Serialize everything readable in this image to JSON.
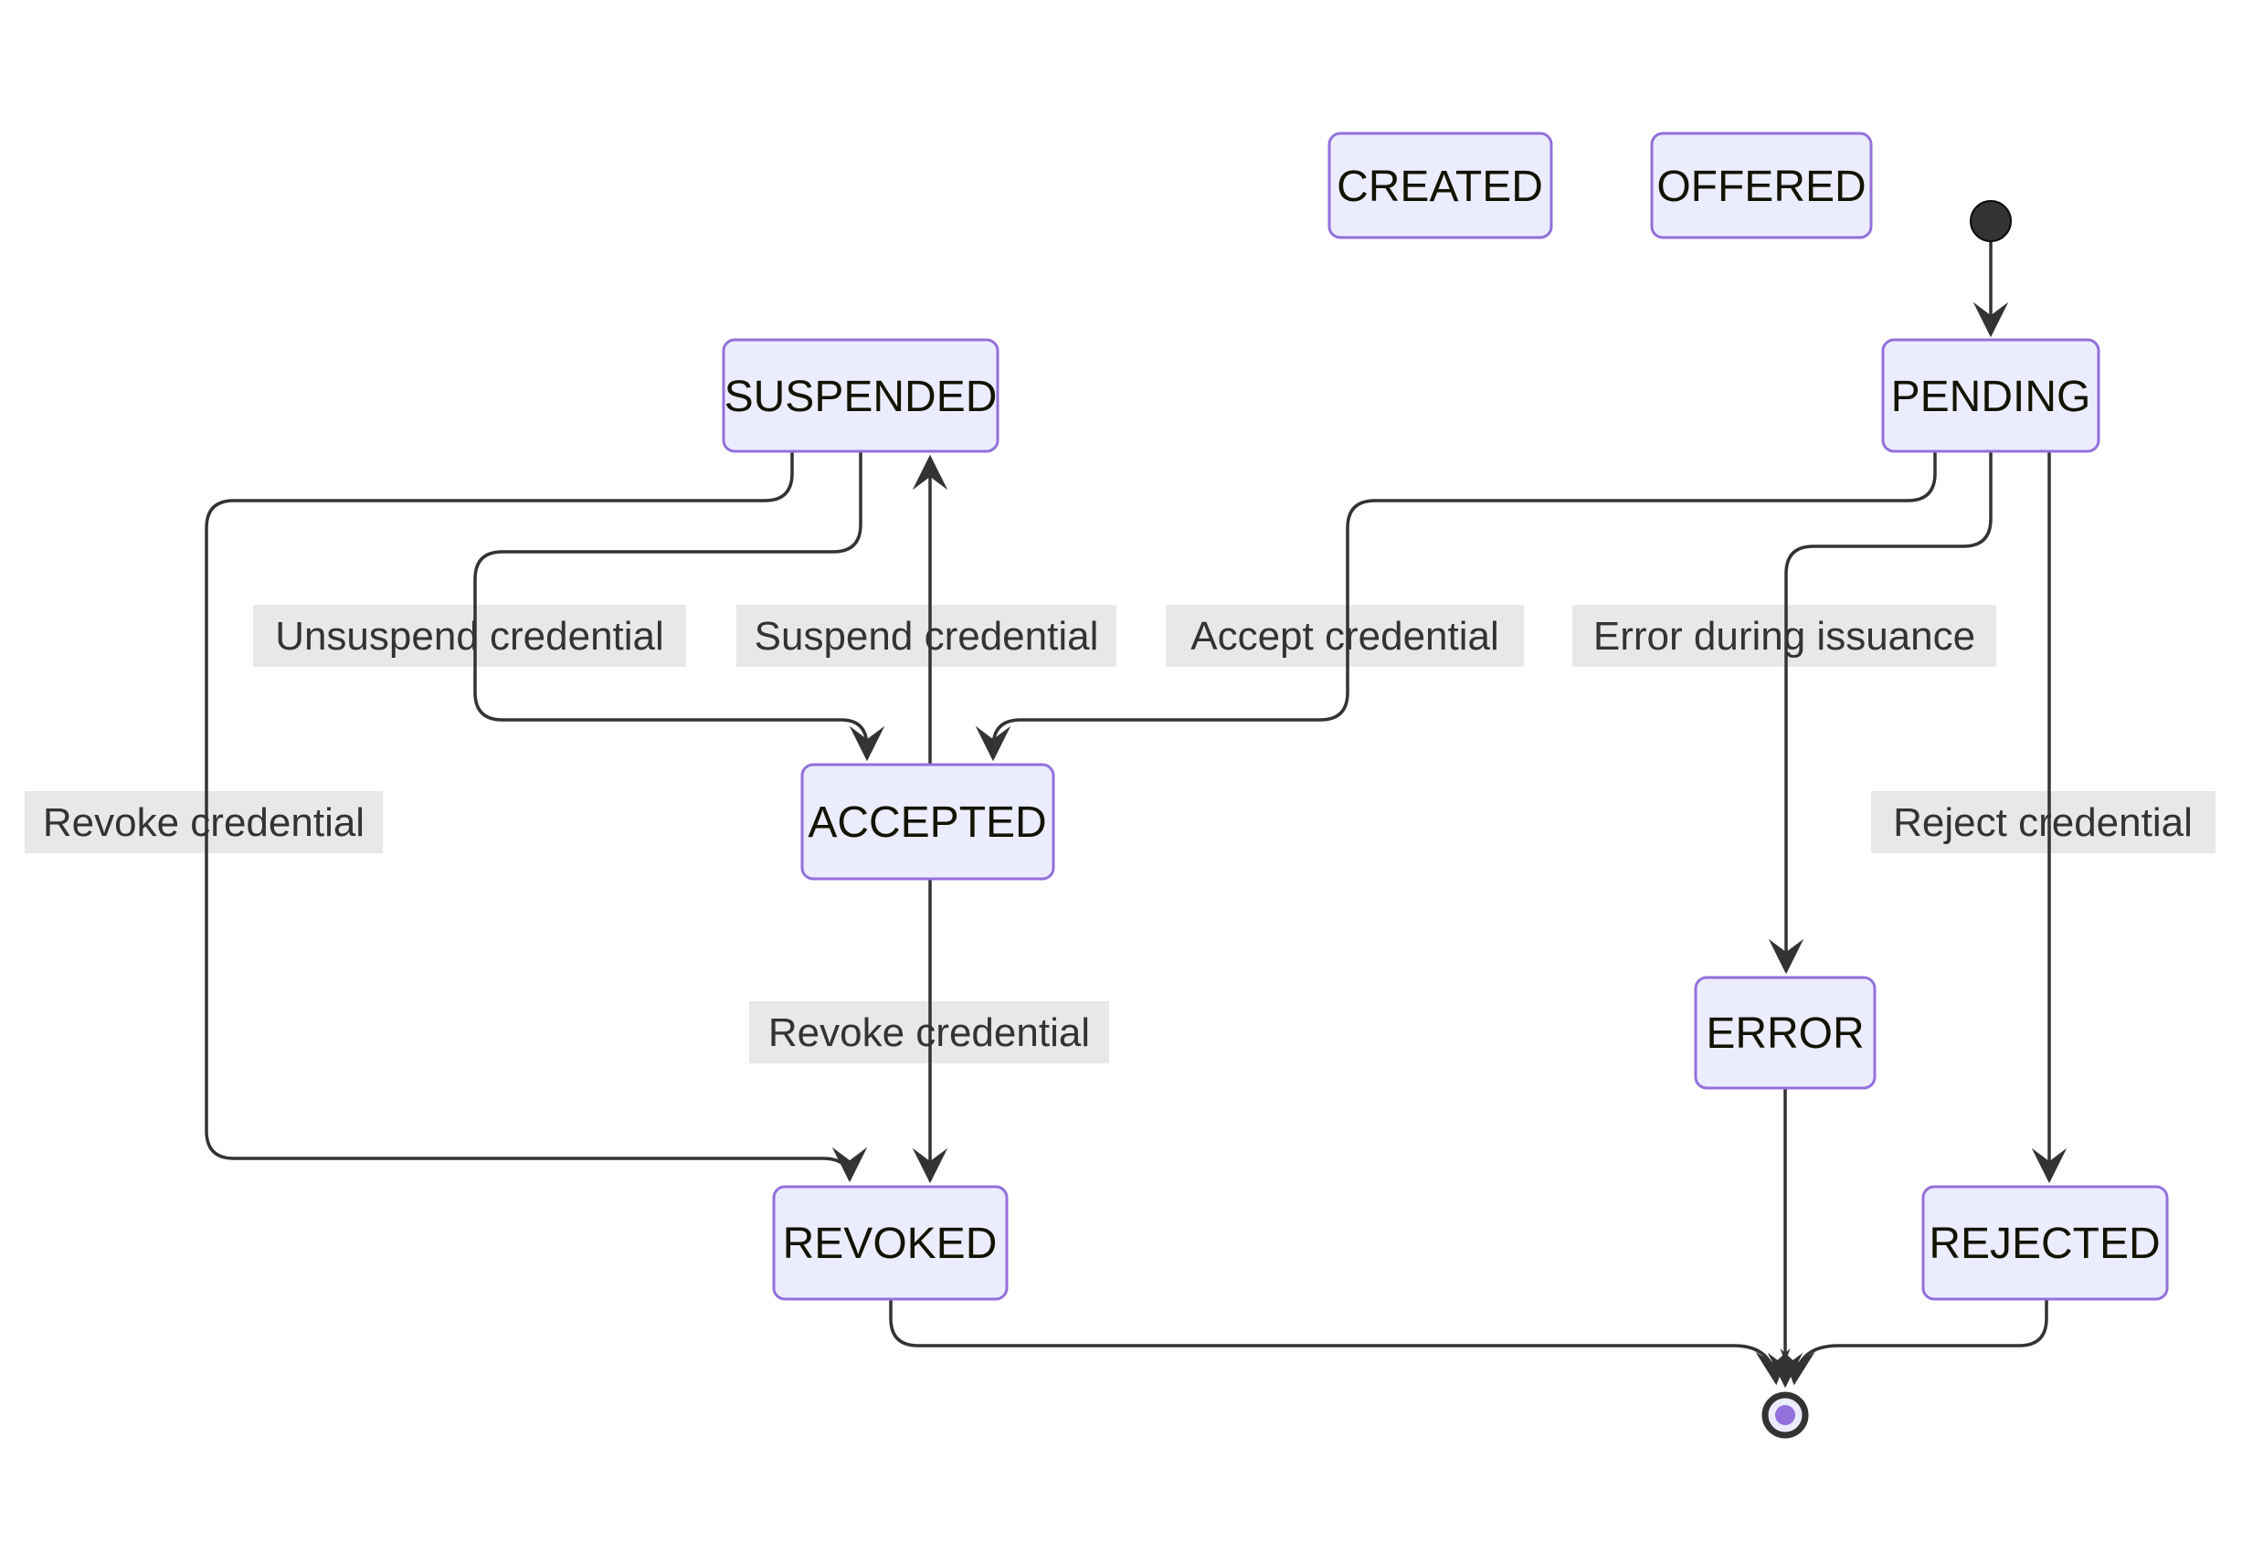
{
  "diagram": {
    "type": "state-diagram",
    "background": "#ffffff",
    "node_fill": "#ECECFF",
    "node_border": "#9370DB",
    "node_text": "#131300",
    "edge_color": "#333333",
    "label_bg": "#e8e8e8",
    "label_color": "#333333",
    "start_dot_color": "#333333",
    "final_core_color": "#9370DB"
  },
  "states": {
    "created": "CREATED",
    "offered": "OFFERED",
    "pending": "PENDING",
    "suspended": "SUSPENDED",
    "accepted": "ACCEPTED",
    "error": "ERROR",
    "revoked": "REVOKED",
    "rejected": "REJECTED"
  },
  "transitions": {
    "unsuspend": "Unsuspend credential",
    "suspend": "Suspend credential",
    "accept": "Accept credential",
    "error_issuance": "Error during issuance",
    "revoke_from_suspended": "Revoke credential",
    "revoke_from_accepted": "Revoke credential",
    "reject": "Reject credential"
  }
}
